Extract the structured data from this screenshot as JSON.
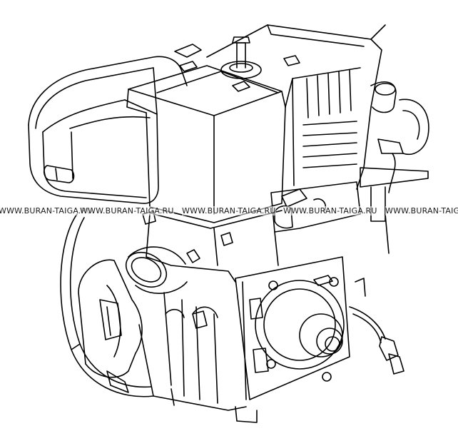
{
  "image": {
    "subject": "engine-line-drawing",
    "line_color": "#000000",
    "background_color": "#ffffff"
  },
  "watermark": {
    "items": [
      "WWW.BURAN-TAIGA.RU",
      "WWW.BURAN-TAIGA.RU",
      "WWW.BURAN-TAIGA.RU",
      "WWW.BURAN-TAIGA.RU",
      "WWW.BURAN-TAIGA.RU"
    ]
  }
}
